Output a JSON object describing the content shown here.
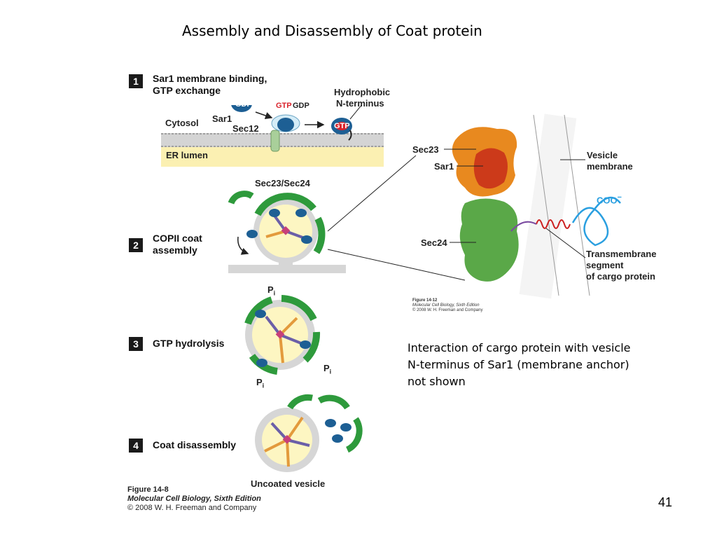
{
  "slide": {
    "title": "Assembly and Disassembly of Coat protein",
    "page_number": "41",
    "note_lines": [
      "Interaction of cargo protein with vesicle",
      "N-terminus of Sar1 (membrane anchor)",
      "not shown"
    ]
  },
  "figure_left": {
    "steps": [
      {
        "number": "1",
        "label_lines": [
          "Sar1 membrane binding,",
          "GTP exchange"
        ]
      },
      {
        "number": "2",
        "label_lines": [
          "COPII coat",
          "assembly"
        ]
      },
      {
        "number": "3",
        "label_lines": [
          "GTP hydrolysis"
        ]
      },
      {
        "number": "4",
        "label_lines": [
          "Coat disassembly"
        ]
      }
    ],
    "labels": {
      "gdp": "GDP",
      "gtp": "GTP",
      "gdp_free": "GDP",
      "sar1": "Sar1",
      "sec12": "Sec12",
      "cytosol": "Cytosol",
      "er_lumen": "ER lumen",
      "hydrophobic_1": "Hydrophobic",
      "hydrophobic_2": "N-terminus",
      "gtp_bound": "GTP",
      "sec23_sec24": "Sec23/Sec24",
      "pi": "P",
      "pi_sub": "i",
      "uncoated_vesicle": "Uncoated vesicle"
    },
    "caption": [
      "Figure 14-8",
      "Molecular Cell Biology, Sixth Edition",
      "© 2008 W. H. Freeman and Company"
    ]
  },
  "figure_right": {
    "labels": {
      "sec23": "Sec23",
      "sar1": "Sar1",
      "sec24": "Sec24",
      "vesicle_1": "Vesicle",
      "vesicle_2": "membrane",
      "coo": "COO",
      "coo_sup": "−",
      "transmembrane_1": "Transmembrane",
      "transmembrane_2": "segment",
      "transmembrane_3": "of cargo protein"
    },
    "caption": [
      "Figure 14-12",
      "Molecular Cell Biology, Sixth Edition",
      "© 2008 W. H. Freeman and Company"
    ]
  },
  "colors": {
    "coat_green": "#2e9a3c",
    "vesicle_yellow": "#fdf6c2",
    "membrane_gray": "#d6d6d6",
    "sar1_blue": "#1d5f94",
    "gtp_red": "#d9232c",
    "sec23_orange": "#e8891f",
    "sar1_red": "#cc3a1a",
    "sec24_green": "#5aa848",
    "coo_blue": "#2a9fe0"
  }
}
